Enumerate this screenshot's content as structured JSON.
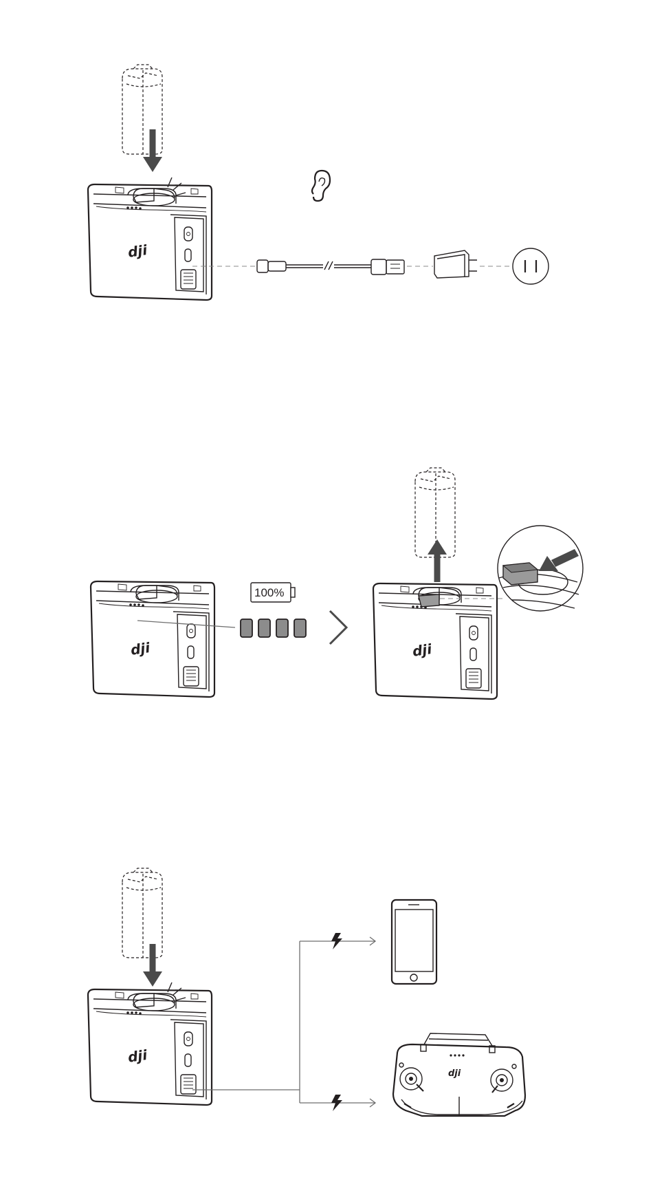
{
  "figure": {
    "battery_level_label": "100%",
    "brand_logo_text": "dji",
    "colors": {
      "line": "#231f20",
      "arrow": "#4a4a4a",
      "led": "#8c8c8c",
      "highlight_button": "#9a9a9a",
      "guide_line": "#8a8a8a"
    },
    "icons": [
      "ear-icon",
      "battery-icon",
      "lightning-icon",
      "chevron-right-icon",
      "down-arrow-icon",
      "up-arrow-icon"
    ],
    "led_indicators_lit": 4
  }
}
